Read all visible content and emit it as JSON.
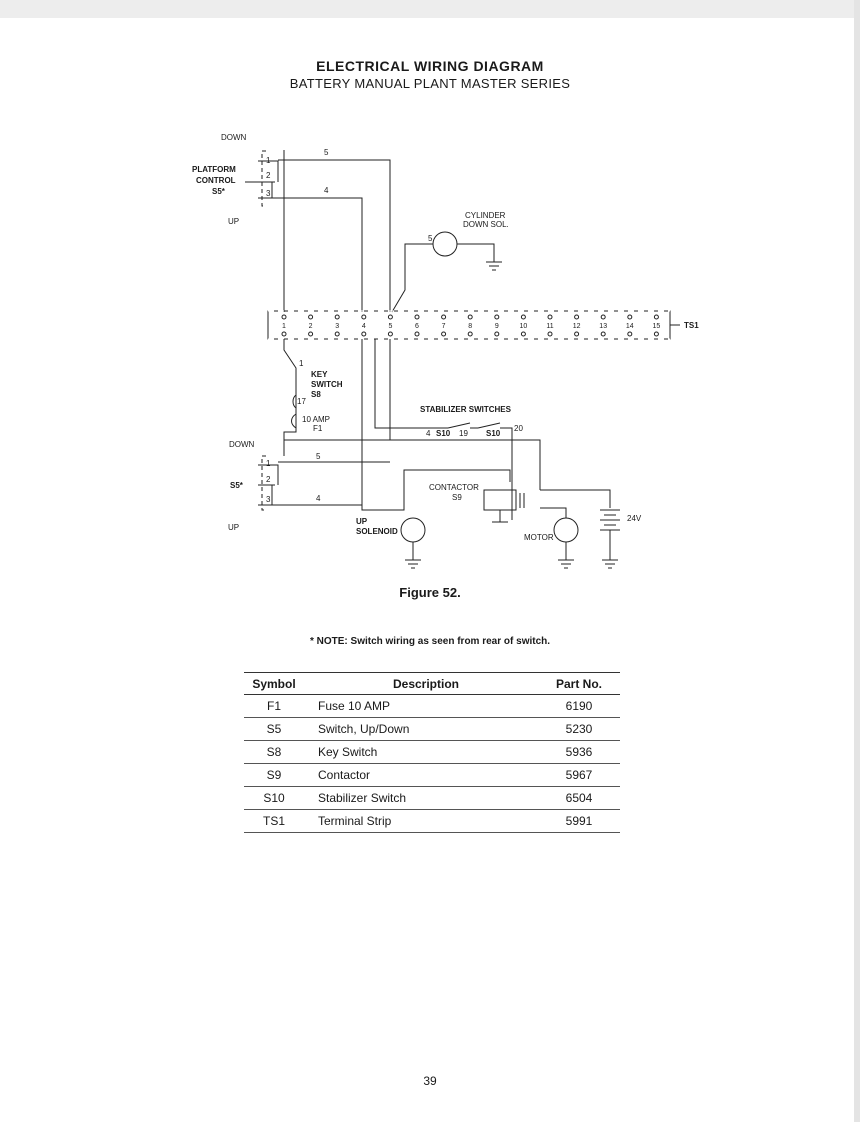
{
  "page": {
    "title": "ELECTRICAL WIRING DIAGRAM",
    "subtitle": "BATTERY MANUAL PLANT MASTER SERIES",
    "figure_caption": "Figure 52.",
    "note": "* NOTE: Switch wiring as seen from rear of switch.",
    "page_number": "39"
  },
  "diagram": {
    "labels": {
      "top_down": "DOWN",
      "top_up": "UP",
      "platform_line1": "PLATFORM",
      "platform_line2": "CONTROL",
      "platform_line3": "S5*",
      "cylinder_line1": "CYLINDER",
      "cylinder_line2": "DOWN SOL.",
      "ts1": "TS1",
      "key_line1": "KEY",
      "key_line2": "SWITCH",
      "key_line3": "S8",
      "fuse_line1": "10 AMP",
      "fuse_line2": "F1",
      "stabilizer": "STABILIZER SWITCHES",
      "s10_left": "S10",
      "s10_right": "S10",
      "bottom_down": "DOWN",
      "bottom_up": "UP",
      "bottom_s5": "S5*",
      "contactor_line1": "CONTACTOR",
      "contactor_line2": "S9",
      "up_sol_line1": "UP",
      "up_sol_line2": "SOLENOID",
      "motor": "MOTOR",
      "battery": "24V"
    },
    "wire_numbers": {
      "top_5": "5",
      "top_4": "4",
      "cyl_5": "5",
      "key_1": "1",
      "key_17": "17",
      "stab_4": "4",
      "stab_19": "19",
      "stab_20": "20",
      "bot_5": "5",
      "bot_4": "4"
    },
    "switch_positions": {
      "top": [
        "1",
        "2",
        "3"
      ],
      "bottom": [
        "1",
        "2",
        "3"
      ]
    },
    "terminal_numbers": [
      "1",
      "2",
      "3",
      "4",
      "5",
      "6",
      "7",
      "8",
      "9",
      "10",
      "11",
      "12",
      "13",
      "14",
      "15"
    ]
  },
  "parts_table": {
    "headers": {
      "symbol": "Symbol",
      "description": "Description",
      "part": "Part No."
    },
    "rows": [
      {
        "symbol": "F1",
        "description": "Fuse 10 AMP",
        "part": "6190"
      },
      {
        "symbol": "S5",
        "description": "Switch, Up/Down",
        "part": "5230"
      },
      {
        "symbol": "S8",
        "description": "Key Switch",
        "part": "5936"
      },
      {
        "symbol": "S9",
        "description": "Contactor",
        "part": "5967"
      },
      {
        "symbol": "S10",
        "description": "Stabilizer Switch",
        "part": "6504"
      },
      {
        "symbol": "TS1",
        "description": "Terminal Strip",
        "part": "5991"
      }
    ]
  }
}
